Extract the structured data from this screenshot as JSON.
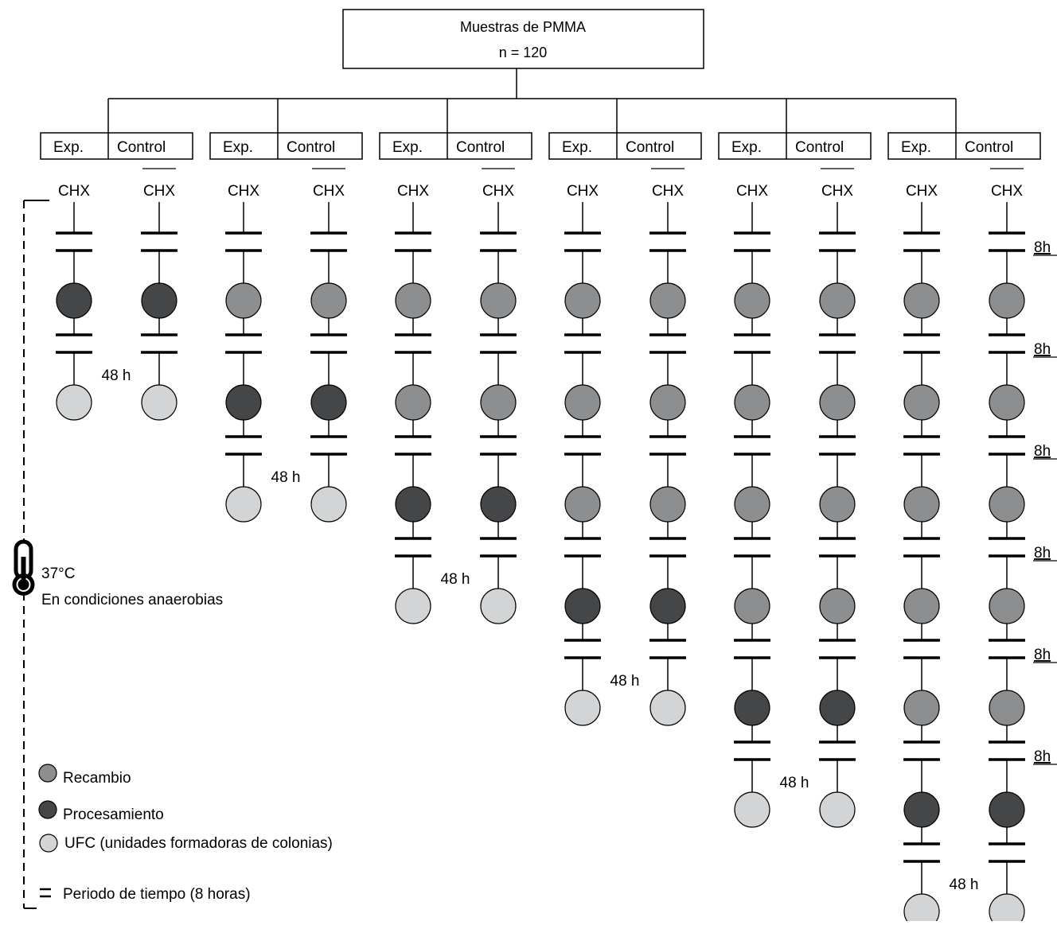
{
  "header": {
    "title": "Muestras de PMMA",
    "count": "n = 120"
  },
  "groups": [
    {
      "exp_label": "Exp.",
      "control_label": "Control",
      "chx_exp": "CHX",
      "chx_control": "CHX",
      "recambios": 0,
      "incubation": "48 h"
    },
    {
      "exp_label": "Exp.",
      "control_label": "Control",
      "chx_exp": "CHX",
      "chx_control": "CHX",
      "recambios": 1,
      "incubation": "48 h"
    },
    {
      "exp_label": "Exp.",
      "control_label": "Control",
      "chx_exp": "CHX",
      "chx_control": "CHX",
      "recambios": 2,
      "incubation": "48 h"
    },
    {
      "exp_label": "Exp.",
      "control_label": "Control",
      "chx_exp": "CHX",
      "chx_control": "CHX",
      "recambios": 3,
      "incubation": "48 h"
    },
    {
      "exp_label": "Exp.",
      "control_label": "Control",
      "chx_exp": "CHX",
      "chx_control": "CHX",
      "recambios": 4,
      "incubation": "48 h"
    },
    {
      "exp_label": "Exp.",
      "control_label": "Control",
      "chx_exp": "CHX",
      "chx_control": "CHX",
      "recambios": 5,
      "incubation": "48 h"
    }
  ],
  "time_marks": [
    "8h",
    "8h",
    "8h",
    "8h",
    "8h",
    "8h"
  ],
  "conditions": {
    "temperature": "37°C",
    "atmosphere": "En condiciones anaerobias"
  },
  "legend": {
    "recambio": "Recambio",
    "procesamiento": "Procesamiento",
    "ufc": "UFC (unidades formadoras de colonias)",
    "periodo": "Periodo de tiempo (8 horas)"
  },
  "colors": {
    "recambio": "#8d8e90",
    "procesamiento": "#454648",
    "ufc": "#d3d4d6",
    "stroke": "#000000"
  }
}
